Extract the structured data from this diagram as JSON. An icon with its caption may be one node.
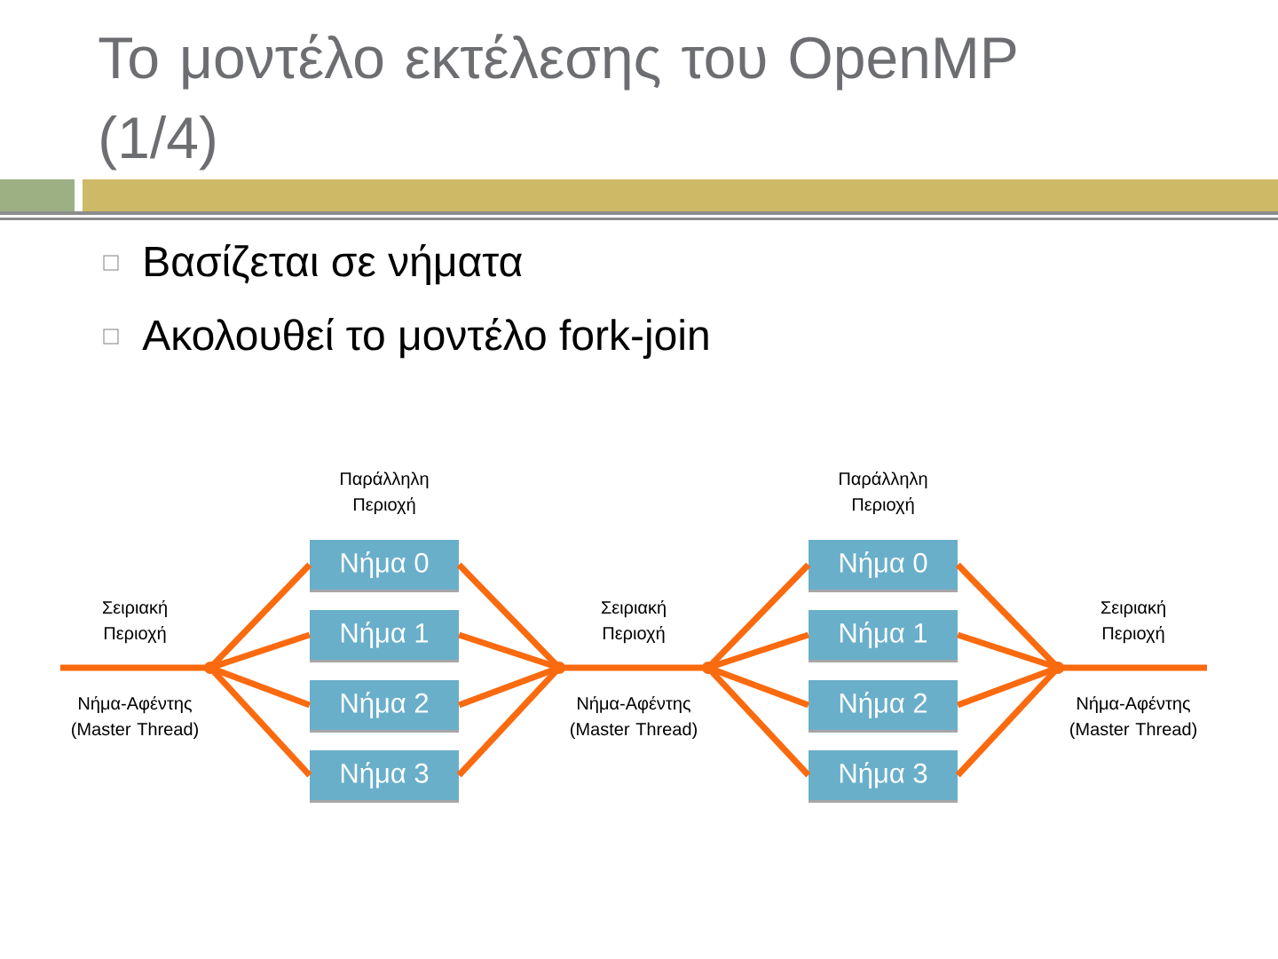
{
  "diagram": {
    "title": "Το μοντέλο εκτέλεσης του OpenMP (1/4)",
    "nodes": [
      {
        "text": [],
        "shape": "point"
      },
      {
        "text": [
          "Νήμα 0"
        ]
      },
      {
        "text": [
          "Νήμα 1"
        ]
      },
      {
        "text": [
          "Νήμα 2"
        ]
      },
      {
        "text": [
          "Νήμα 3"
        ]
      },
      {
        "text": [],
        "shape": "point"
      },
      {
        "text": [],
        "shape": "point"
      },
      {
        "text": [
          "Νήμα 0"
        ]
      },
      {
        "text": [
          "Νήμα 1"
        ]
      },
      {
        "text": [
          "Νήμα 2"
        ]
      },
      {
        "text": [
          "Νήμα 3"
        ]
      },
      {
        "text": [],
        "shape": "point"
      }
    ],
    "edges": [
      {
        "from": null,
        "to": 0,
        "arrow": "none"
      },
      {
        "from": 0,
        "to": 1,
        "arrow": "none"
      },
      {
        "from": 0,
        "to": 2,
        "arrow": "none"
      },
      {
        "from": 0,
        "to": 3,
        "arrow": "none"
      },
      {
        "from": 0,
        "to": 4,
        "arrow": "none"
      },
      {
        "from": 1,
        "to": 5,
        "arrow": "none"
      },
      {
        "from": 2,
        "to": 5,
        "arrow": "none"
      },
      {
        "from": 3,
        "to": 5,
        "arrow": "none"
      },
      {
        "from": 4,
        "to": 5,
        "arrow": "none"
      },
      {
        "from": 5,
        "to": 6,
        "arrow": "none"
      },
      {
        "from": 6,
        "to": 7,
        "arrow": "none"
      },
      {
        "from": 6,
        "to": 8,
        "arrow": "none"
      },
      {
        "from": 6,
        "to": 9,
        "arrow": "none"
      },
      {
        "from": 6,
        "to": 10,
        "arrow": "none"
      },
      {
        "from": 7,
        "to": 11,
        "arrow": "none"
      },
      {
        "from": 8,
        "to": 11,
        "arrow": "none"
      },
      {
        "from": 9,
        "to": 11,
        "arrow": "none"
      },
      {
        "from": 10,
        "to": 11,
        "arrow": "none"
      },
      {
        "from": 11,
        "to": null,
        "arrow": "none"
      }
    ],
    "labels": [
      "Βασίζεται σε νήματα",
      "Ακολουθεί το μοντέλο fork-join",
      "Παράλληλη Περιοχή",
      "Παράλληλη Περιοχή",
      "Σειριακή Περιοχή",
      "Σειριακή Περιοχή",
      "Σειριακή Περιοχή",
      "Νήμα-Αφέντης (Master Thread)",
      "Νήμα-Αφέντης (Master Thread)",
      "Νήμα-Αφέντης (Master Thread)"
    ]
  }
}
